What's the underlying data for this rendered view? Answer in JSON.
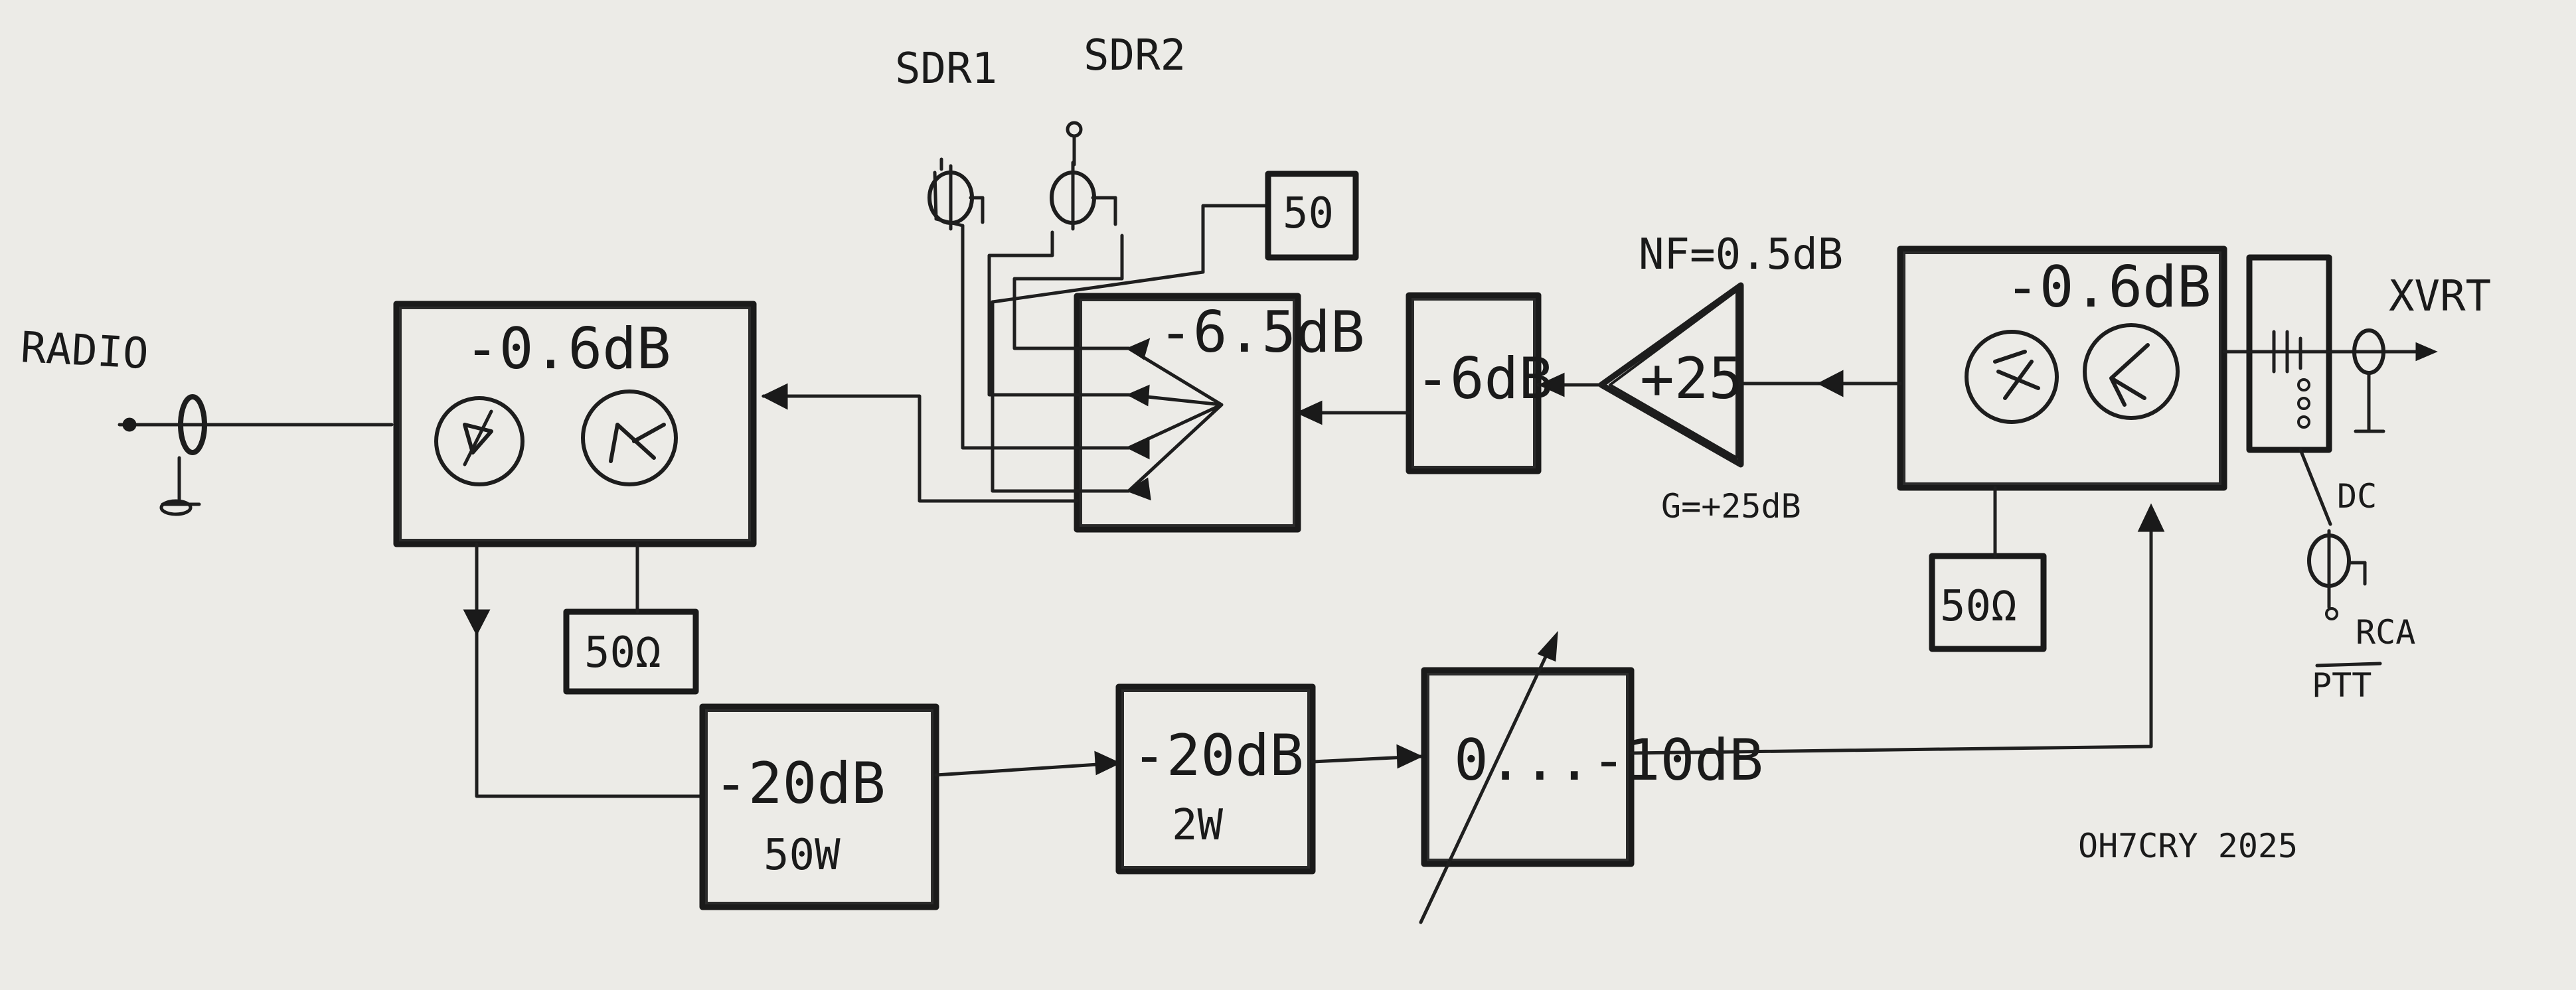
{
  "labels": {
    "radio": "RADIO",
    "sdr1": "SDR1",
    "sdr2": "SDR2",
    "xvrt": "XVRT",
    "dc": "DC",
    "rca": "RCA",
    "ptt": "PTT",
    "signature": "OH7CRY 2025"
  },
  "blocks": {
    "relay_left_loss": "-0.6dB",
    "splitter_loss": "-6.5dB",
    "attenuator_6db": "-6dB",
    "lna_gain": "+25",
    "lna_nf": "NF=0.5dB",
    "lna_g": "G=+25dB",
    "relay_right_loss": "-0.6dB",
    "term_top": "50",
    "term_left": "50Ω",
    "term_right": "50Ω",
    "atten_20db_50w": "-20dB",
    "atten_20db_50w_power": "50W",
    "atten_20db_2w": "-20dB",
    "atten_20db_2w_power": "2W",
    "variable_atten": "0...-10dB"
  }
}
